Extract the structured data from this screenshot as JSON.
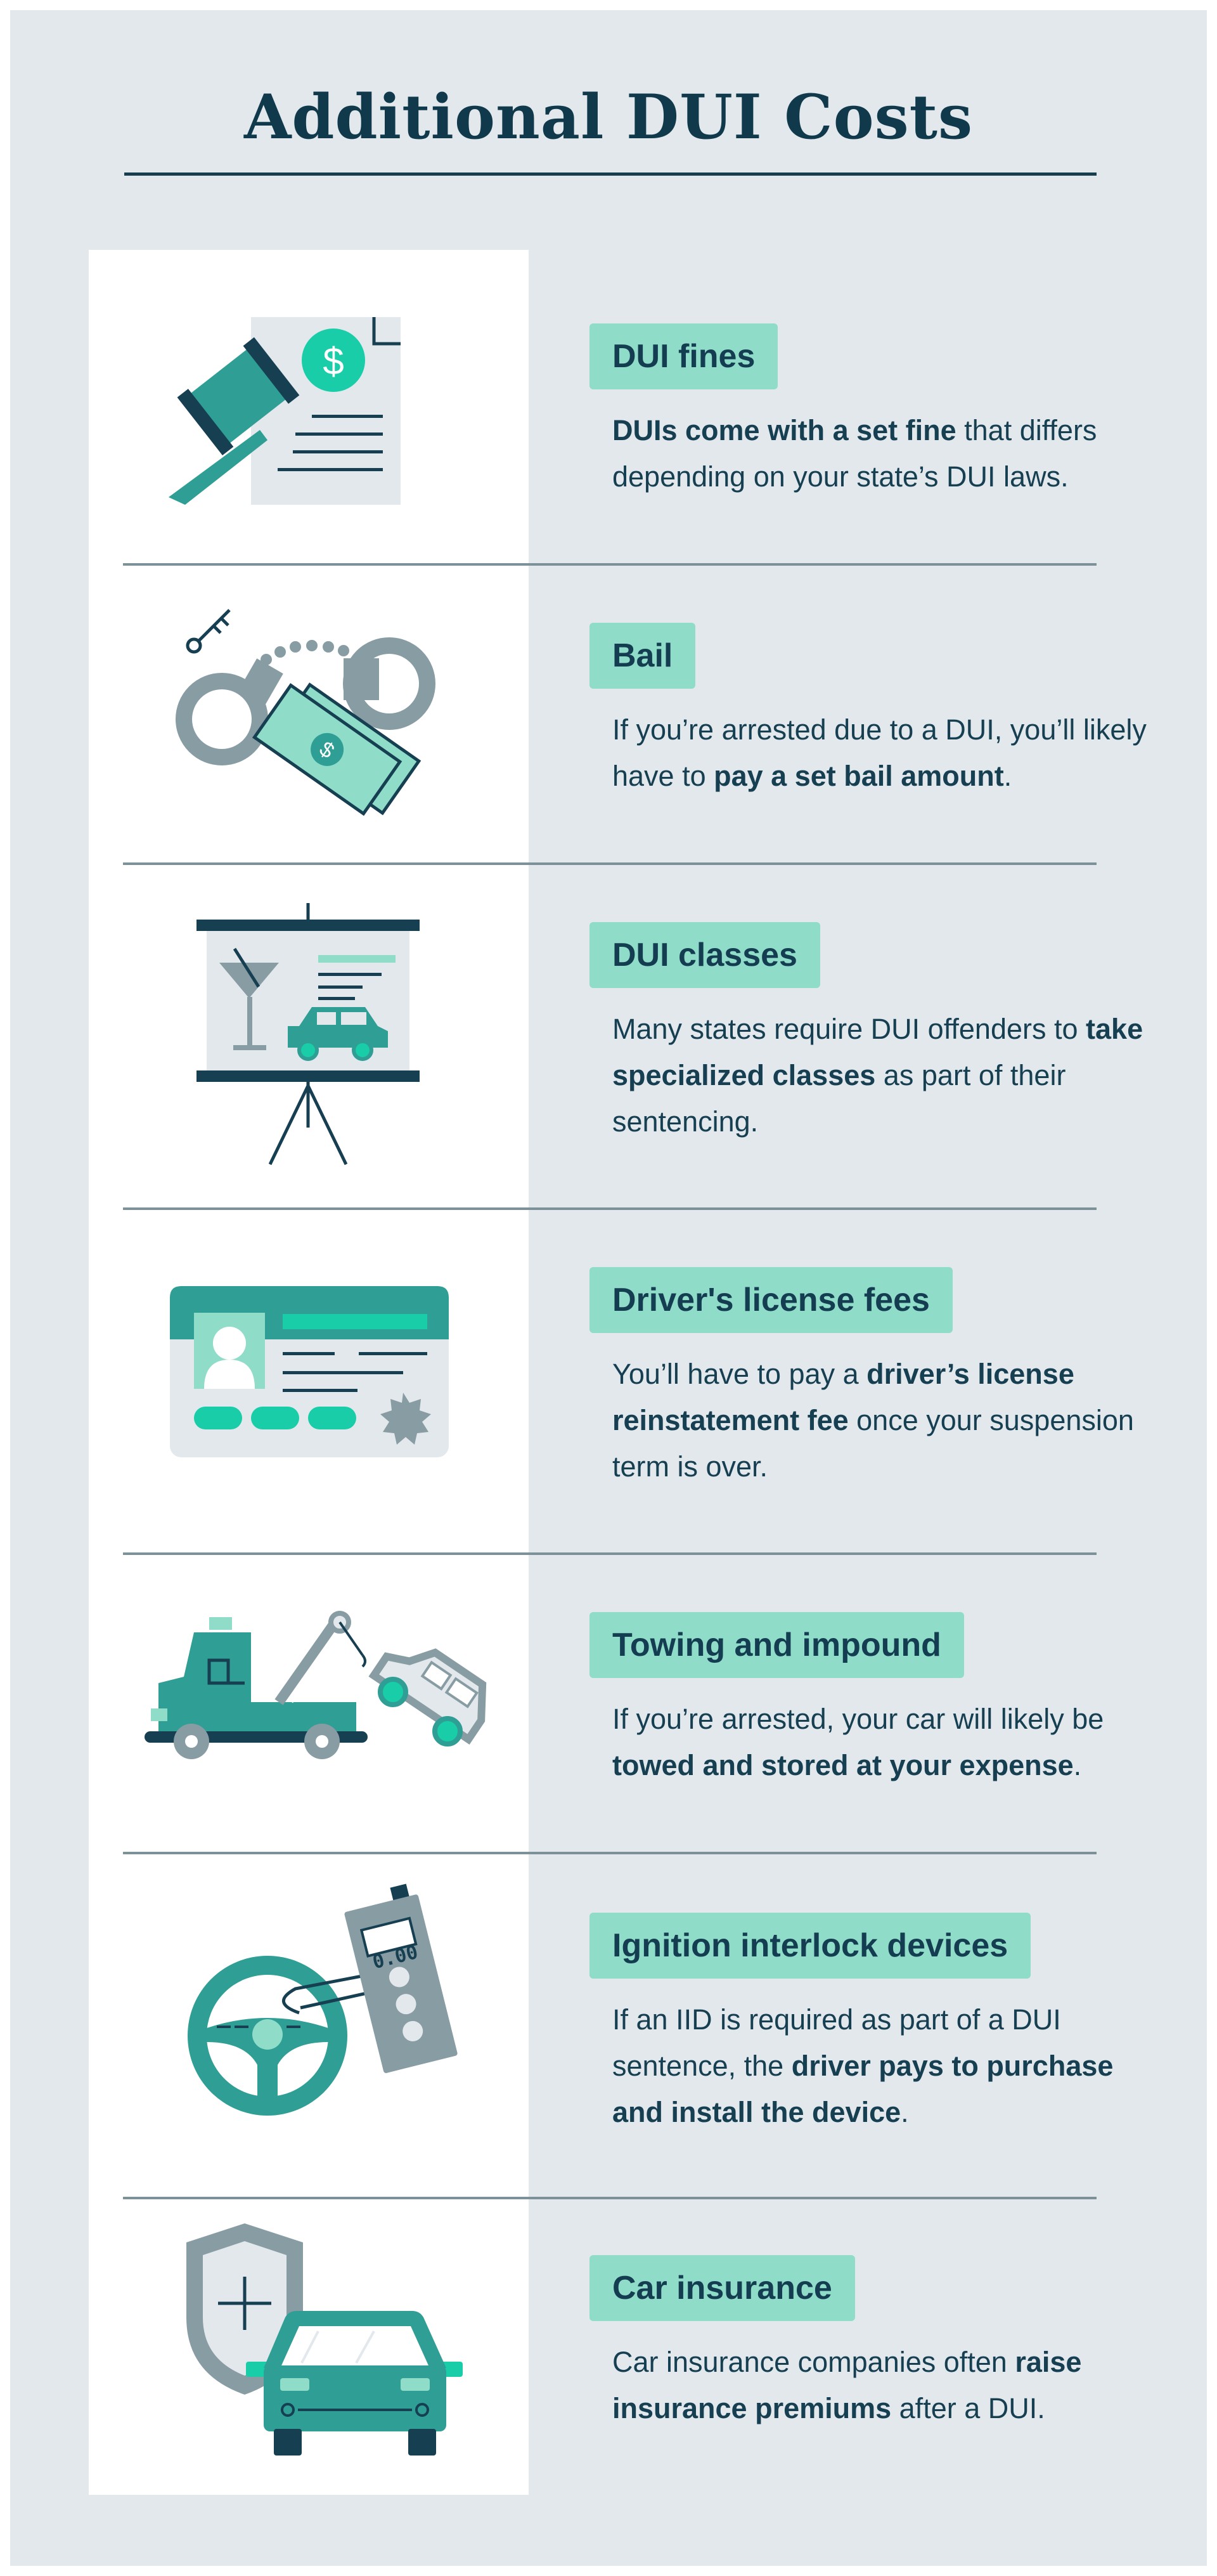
{
  "title": "Additional DUI Costs",
  "colors": {
    "background": "#e3e8ec",
    "title": "#103a4c",
    "label_bg": "#8fdcc8",
    "teal": "#2f9e95",
    "mint": "#19cda8",
    "gray": "#889ca3",
    "navy": "#163f52"
  },
  "items": [
    {
      "icon": "gavel-invoice-icon",
      "label": "DUI fines",
      "desc_parts": [
        {
          "text": "DUIs come with a set fine",
          "bold": true
        },
        {
          "text": " that differs depending on your state’s DUI laws.",
          "bold": false
        }
      ]
    },
    {
      "icon": "handcuffs-money-icon",
      "label": "Bail",
      "desc_parts": [
        {
          "text": "If you’re arrested due to a DUI, you’ll likely have to ",
          "bold": false
        },
        {
          "text": "pay a set bail amount",
          "bold": true
        },
        {
          "text": ".",
          "bold": false
        }
      ]
    },
    {
      "icon": "presentation-board-icon",
      "label": "DUI classes",
      "desc_parts": [
        {
          "text": "Many states require DUI offenders to ",
          "bold": false
        },
        {
          "text": "take specialized classes",
          "bold": true
        },
        {
          "text": " as part of their sentencing.",
          "bold": false
        }
      ]
    },
    {
      "icon": "license-card-icon",
      "label": "Driver's license fees",
      "desc_parts": [
        {
          "text": "You’ll have to pay a ",
          "bold": false
        },
        {
          "text": "driver’s license reinstatement fee",
          "bold": true
        },
        {
          "text": " once your suspension term is over.",
          "bold": false
        }
      ]
    },
    {
      "icon": "tow-truck-icon",
      "label": "Towing and impound",
      "desc_parts": [
        {
          "text": "If you’re arrested, your car will likely be ",
          "bold": false
        },
        {
          "text": "towed and stored at your expense",
          "bold": true
        },
        {
          "text": ".",
          "bold": false
        }
      ]
    },
    {
      "icon": "steering-breathalyzer-icon",
      "label": "Ignition interlock devices",
      "breathalyzer_readout": "0.00",
      "desc_parts": [
        {
          "text": "If an IID is required as part of a DUI sentence, the ",
          "bold": false
        },
        {
          "text": "driver pays to purchase and install the device",
          "bold": true
        },
        {
          "text": ".",
          "bold": false
        }
      ]
    },
    {
      "icon": "shield-car-icon",
      "label": "Car insurance",
      "desc_parts": [
        {
          "text": "Car insurance companies often ",
          "bold": false
        },
        {
          "text": "raise insurance premiums",
          "bold": true
        },
        {
          "text": " after a DUI.",
          "bold": false
        }
      ]
    }
  ]
}
